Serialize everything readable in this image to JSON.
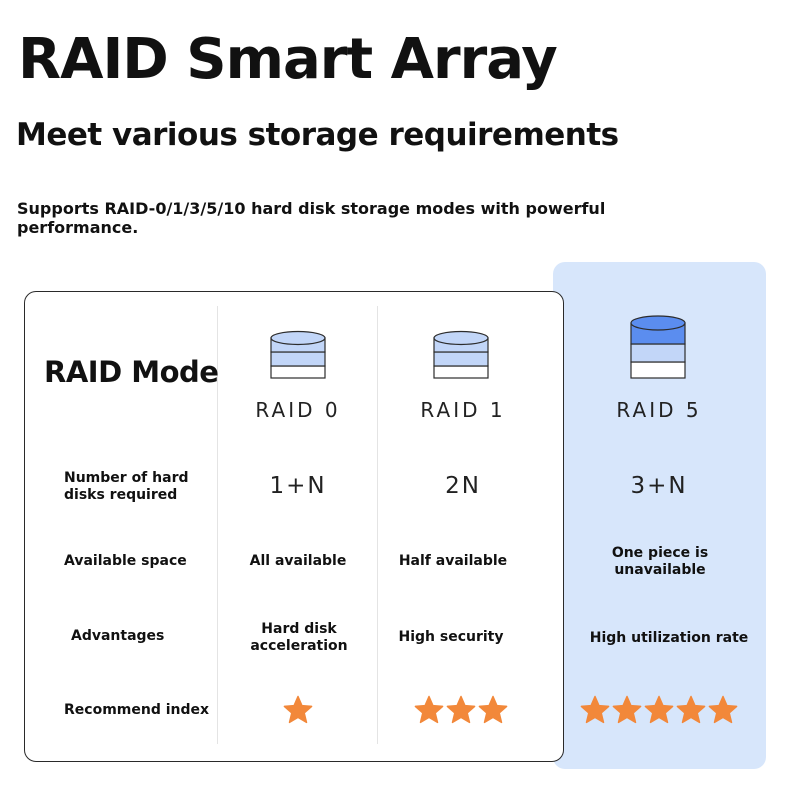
{
  "header": {
    "title": "RAID Smart Array",
    "subtitle": "Meet various storage requirements",
    "description": "Supports RAID-0/1/3/5/10 hard disk storage modes with powerful performance."
  },
  "table": {
    "mode_title": "RAID Mode",
    "row_labels": {
      "disks": "Number of hard disks required",
      "space": "Available space",
      "advantages": "Advantages",
      "recommend": "Recommend index"
    },
    "columns": [
      {
        "name": "RAID 0",
        "disks": "1+N",
        "space": "All available",
        "advantages": "Hard disk acceleration",
        "stars": 1,
        "icon": "disk-stack-icon"
      },
      {
        "name": "RAID 1",
        "disks": "2N",
        "space": "Half available",
        "advantages": "High security",
        "stars": 3,
        "icon": "disk-stack-icon"
      },
      {
        "name": "RAID 5",
        "disks": "3+N",
        "space": "One piece is unavailable",
        "advantages": "High utilization rate",
        "stars": 5,
        "icon": "disk-stack-icon",
        "highlighted": true
      }
    ]
  },
  "colors": {
    "star": "#f2883a",
    "highlight": "#d7e6fb",
    "disk_light": "#c2d6f8",
    "disk_dark": "#5b8def",
    "disk_stroke": "#2c2c2c"
  }
}
